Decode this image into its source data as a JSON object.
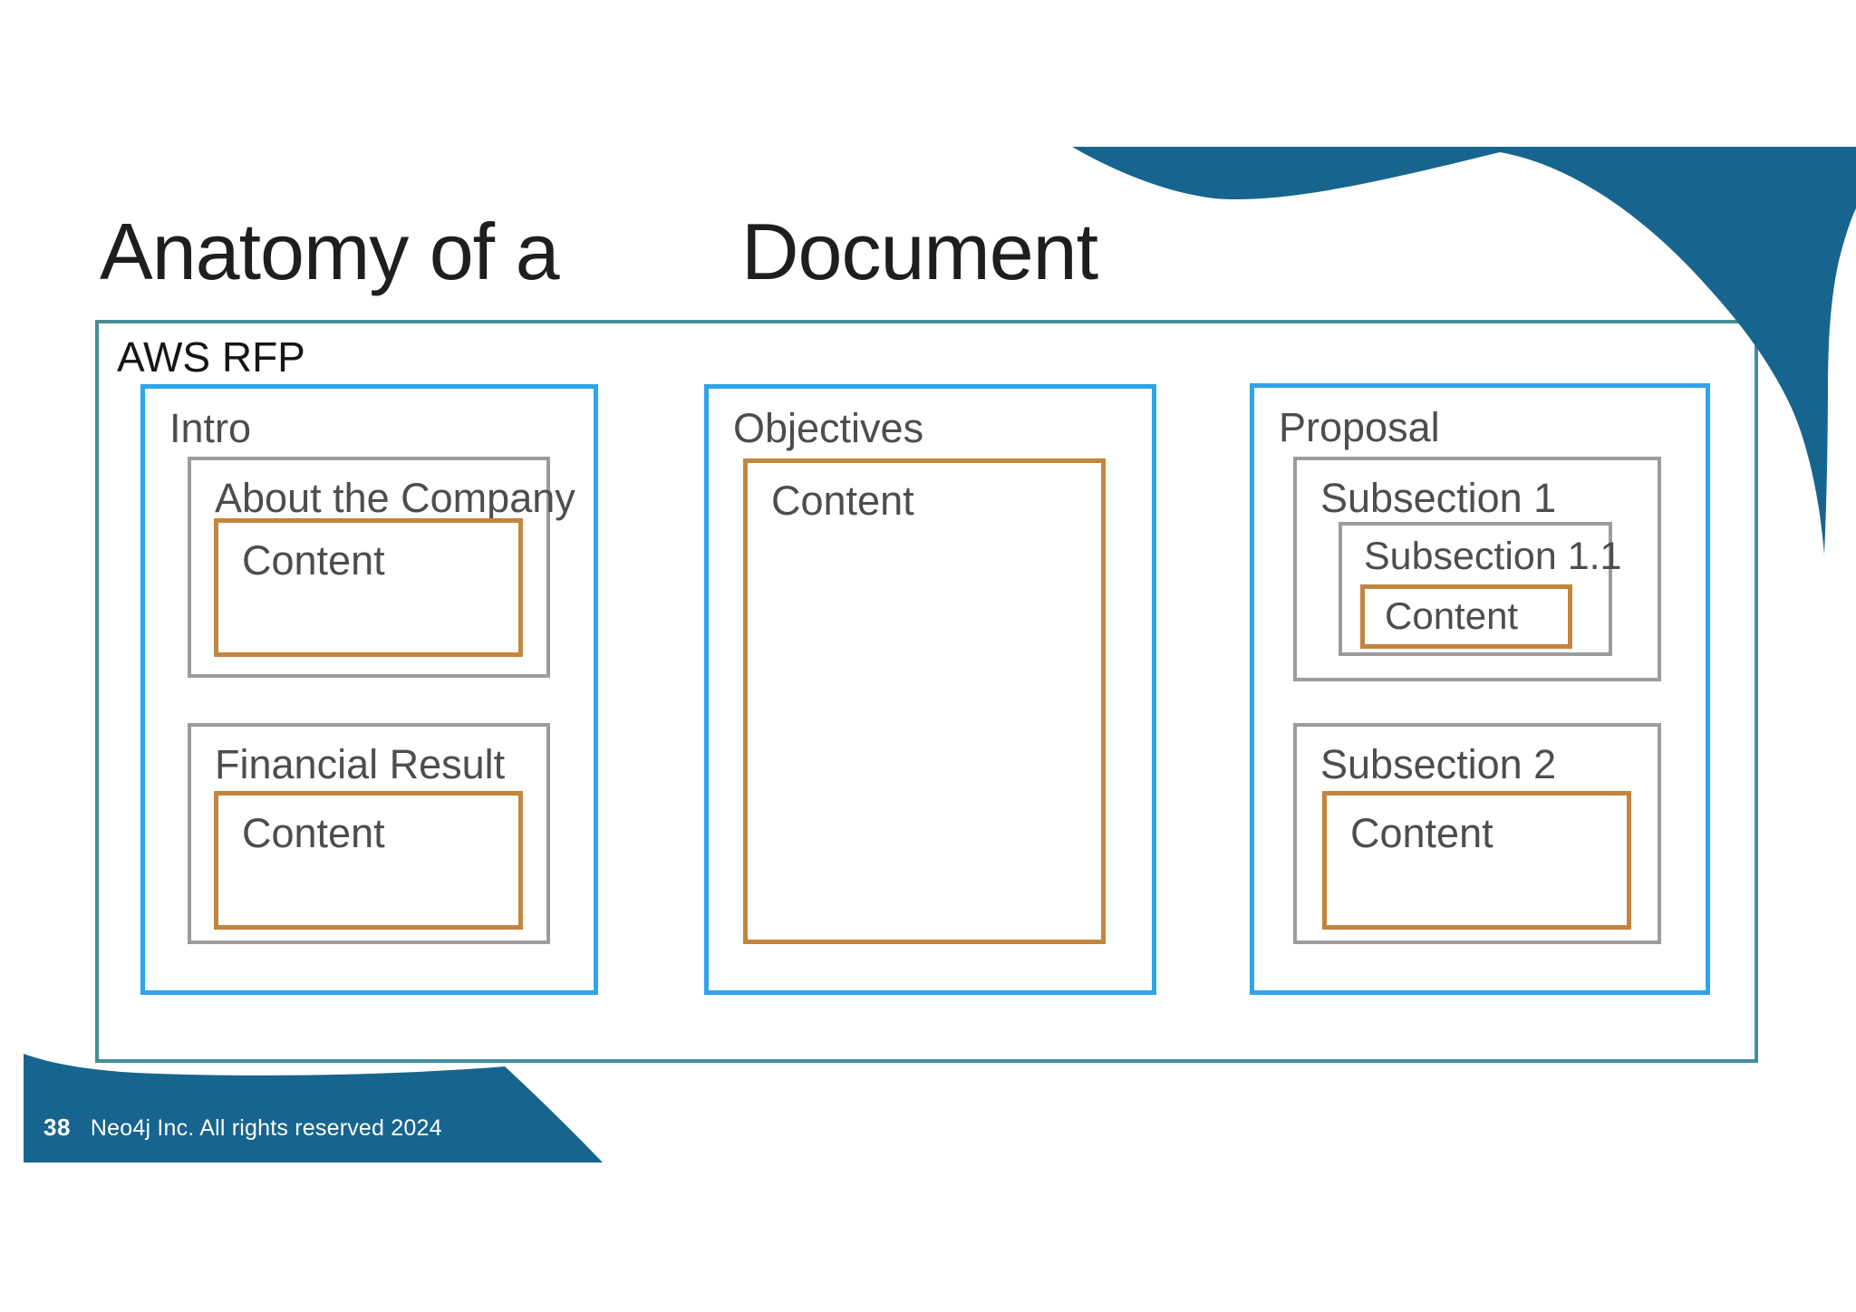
{
  "slide": {
    "title": {
      "part1": "Anatomy of a",
      "part2": "Document"
    },
    "footer": {
      "page_number": "38",
      "copyright": "Neo4j Inc. All rights reserved 2024"
    },
    "colors": {
      "dark_blue": "#17658F",
      "teal_border": "#458D97",
      "section_border_blue": "#2EA4EA",
      "subsection_border_gray": "#9C9C9C",
      "content_border_orange": "#C3853D",
      "label_gray": "#4D4D4D",
      "title_text": "#1E1E1E"
    }
  },
  "diagram": {
    "document_label": "AWS RFP",
    "sections": [
      {
        "label": "Intro",
        "subsections": [
          {
            "label": "About the Company",
            "content": "Content"
          },
          {
            "label": "Financial Result",
            "content": "Content"
          }
        ]
      },
      {
        "label": "Objectives",
        "content": "Content"
      },
      {
        "label": "Proposal",
        "subsections": [
          {
            "label": "Subsection 1",
            "nested": {
              "label": "Subsection 1.1",
              "content": "Content"
            }
          },
          {
            "label": "Subsection 2",
            "content": "Content"
          }
        ]
      }
    ]
  }
}
